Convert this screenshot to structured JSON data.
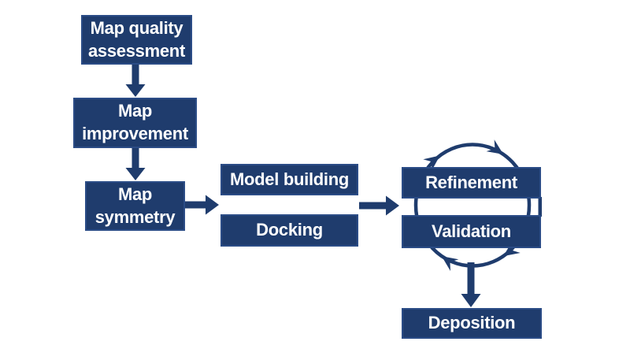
{
  "colors": {
    "node_fill": "#1f3c6d",
    "node_border": "#2b4c86",
    "node_text": "#ffffff",
    "background": "#ffffff"
  },
  "flowchart": {
    "nodes": [
      {
        "id": "map-quality-assessment",
        "label": "Map quality assessment"
      },
      {
        "id": "map-improvement",
        "label": "Map improvement"
      },
      {
        "id": "map-symmetry",
        "label": "Map symmetry"
      },
      {
        "id": "model-building",
        "label": "Model building"
      },
      {
        "id": "docking",
        "label": "Docking"
      },
      {
        "id": "refinement",
        "label": "Refinement"
      },
      {
        "id": "validation",
        "label": "Validation"
      },
      {
        "id": "deposition",
        "label": "Deposition"
      }
    ],
    "edges": [
      {
        "from": "Map quality assessment",
        "to": "Map improvement",
        "type": "block-arrow-down"
      },
      {
        "from": "Map improvement",
        "to": "Map symmetry",
        "type": "block-arrow-down"
      },
      {
        "from": "Map symmetry",
        "to": "Model building / Docking",
        "type": "block-arrow-right"
      },
      {
        "from": "Model building / Docking",
        "to": "Refinement / Validation",
        "type": "block-arrow-right"
      },
      {
        "from": "Refinement",
        "to": "Validation",
        "type": "clockwise-cycle"
      },
      {
        "from": "Refinement / Validation",
        "to": "Deposition",
        "type": "block-arrow-down"
      }
    ]
  }
}
